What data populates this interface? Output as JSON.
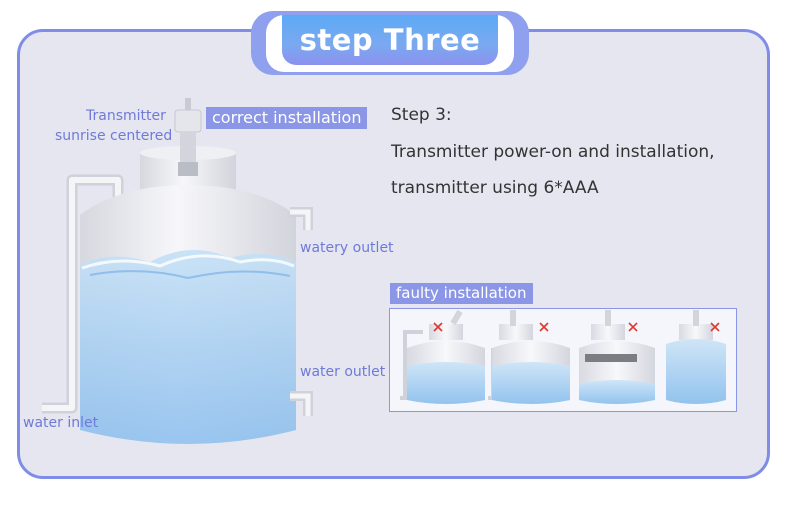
{
  "header": {
    "title": "step Three"
  },
  "diagram": {
    "correct_badge": "correct installation",
    "faulty_badge": "faulty installation",
    "labels": {
      "transmitter_line1": "Transmitter",
      "transmitter_line2": "sunrise centered",
      "watery_outlet": "watery outlet",
      "water_outlet": "water outlet",
      "water_inlet": "water inlet"
    }
  },
  "instructions": {
    "heading": "Step 3:",
    "line1": "Transmitter power-on and installation,",
    "line2": "transmitter using 6*AAA"
  },
  "colors": {
    "accent": "#8b96e6",
    "border": "#7f8de8",
    "water": "#9ccaf0",
    "cross": "#e0372f"
  }
}
